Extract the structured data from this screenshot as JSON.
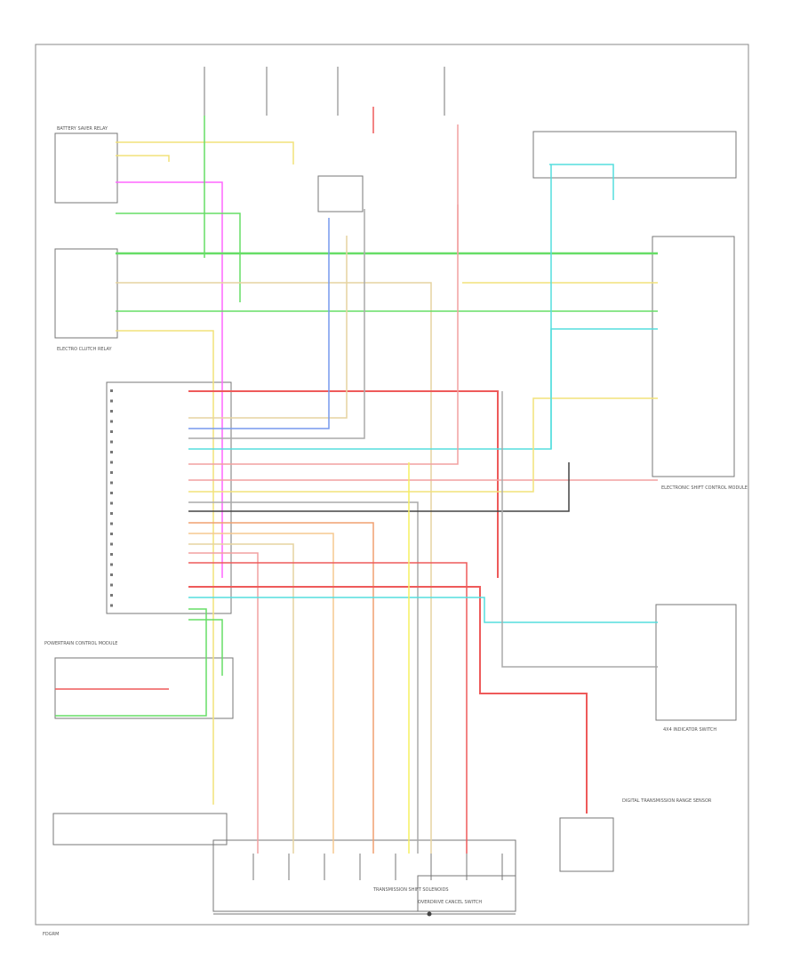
{
  "diagram": {
    "figure_id": "FDGRM",
    "components": [
      {
        "id": "battery-saver-relay",
        "label": "BATTERY SAVER RELAY"
      },
      {
        "id": "blower-relay",
        "label": "ELECTRO CLUTCH RELAY"
      },
      {
        "id": "powertrain-control-module",
        "label": "POWERTRAIN CONTROL MODULE"
      },
      {
        "id": "electronic-shift-control-module",
        "label": "ELECTRONIC SHIFT CONTROL MODULE"
      },
      {
        "id": "shift-solenoids",
        "label": "TRANSMISSION SHIFT SOLENOIDS"
      },
      {
        "id": "4x4-indicator-switch",
        "label": "4X4 INDICATOR SWITCH"
      },
      {
        "id": "digital-transmission-range-sensor",
        "label": "DIGITAL TRANSMISSION RANGE SENSOR"
      },
      {
        "id": "overdrive-cancel-switch",
        "label": "OVERDRIVE CANCEL SWITCH"
      }
    ],
    "wire_colors": {
      "yellow": "#f2e27a",
      "green": "#66dd66",
      "magenta": "#ff66ff",
      "red": "#ee5a5a",
      "pink": "#f2a0a0",
      "orange": "#f0a070",
      "cyan": "#55dddd",
      "blue": "#7799ee",
      "tan": "#e6d4a0",
      "gray": "#aaaaaa",
      "dark": "#444444",
      "bright_yellow": "#f5f060",
      "light_orange": "#f5c890"
    }
  }
}
